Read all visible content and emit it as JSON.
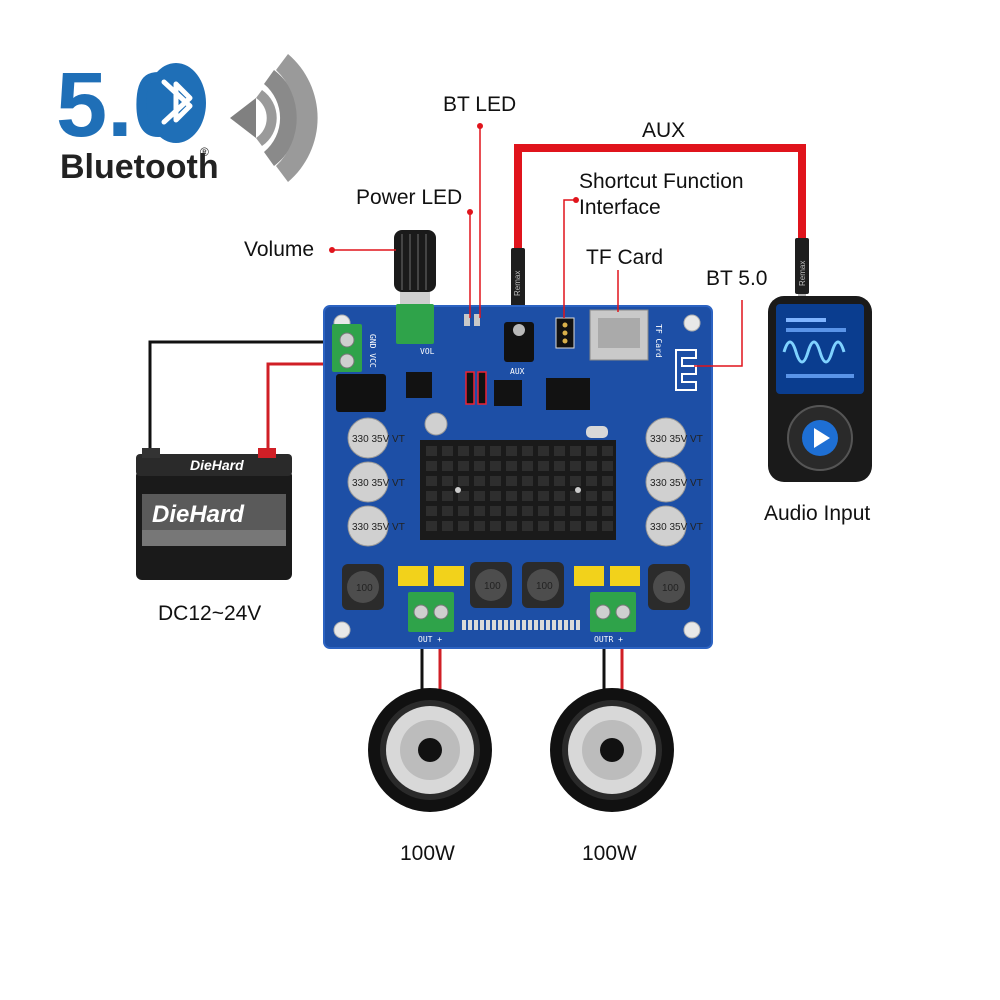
{
  "logo": {
    "version": "5.0",
    "word": "Bluetooth",
    "registered": "®",
    "colors": {
      "blue": "#1f6fb7",
      "text": "#222222"
    }
  },
  "callouts": {
    "bt_led": "BT LED",
    "aux": "AUX",
    "power_led": "Power LED",
    "shortcut_line1": "Shortcut Function",
    "shortcut_line2": "Interface",
    "volume": "Volume",
    "tf_card": "TF Card",
    "bt50": "BT 5.0",
    "audio_input": "Audio Input",
    "power_supply": "DC12~24V",
    "speaker_left": "100W",
    "speaker_right": "100W"
  },
  "board": {
    "silk_vol": "VOL",
    "silk_power": "GND VCC",
    "silk_aux": "AUX",
    "silk_tf": "TF Card",
    "silk_out_left": "OUT +",
    "silk_out_right": "OUTR +",
    "capacitor_label": "330 35V VT",
    "inductor_label": "100",
    "colors": {
      "pcb": "#1d4fa6",
      "heatsink": "#1a1a1a",
      "terminal": "#2fa34a"
    }
  },
  "battery": {
    "brand": "DieHard",
    "sub": "DieHard",
    "colors": {
      "case": "#1a1a1a",
      "red_terminal": "#d01f26"
    }
  },
  "cable": {
    "brand_left": "Remax",
    "brand_right": "Remax",
    "colors": {
      "aux": "#e0141c",
      "wire_red": "#d01f26",
      "wire_black": "#111111"
    }
  },
  "player": {
    "colors": {
      "screen": "#0a3d8f",
      "frame": "#1a1a1a"
    }
  }
}
